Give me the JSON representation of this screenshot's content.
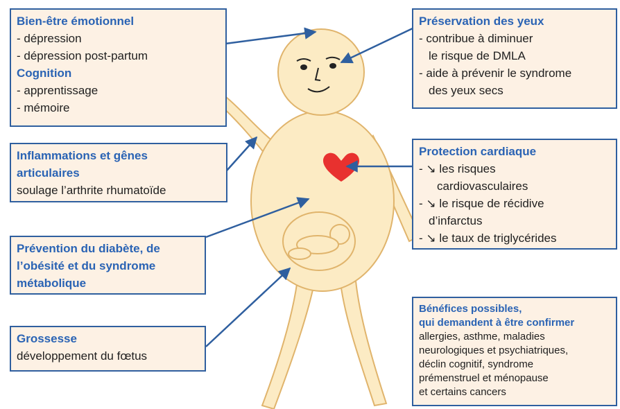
{
  "colors": {
    "box_fill": "#fdf1e4",
    "box_border": "#2f5f9f",
    "title_text": "#2a63b4",
    "arrow": "#2f5f9f",
    "body_fill": "#fcebc4",
    "body_stroke": "#e0b46c",
    "heart": "#e8312f"
  },
  "boxes": {
    "emotional": {
      "title1": "Bien-être émotionnel",
      "items1": [
        "- dépression",
        "- dépression post-partum"
      ],
      "title2": "Cognition",
      "items2": [
        "- apprentissage",
        "- mémoire"
      ]
    },
    "inflammation": {
      "title_line1": "Inflammations et gênes",
      "title_line2": "articulaires",
      "text": "soulage l’arthrite rhumatoïde"
    },
    "diabetes": {
      "title_line1": "Prévention du diabète, de",
      "title_line2": "l’obésité et du syndrome",
      "title_line3": "métabolique"
    },
    "pregnancy": {
      "title": "Grossesse",
      "text": "développement du fœtus"
    },
    "eyes": {
      "title": "Préservation des yeux",
      "lines": [
        "- contribue à diminuer",
        "le risque de DMLA",
        "- aide à prévenir le syndrome",
        "des yeux secs"
      ]
    },
    "cardiac": {
      "title": "Protection cardiaque",
      "lines": [
        "- ↘ les risques",
        "cardiovasculaires",
        "- ↘ le risque de récidive",
        "d’infarctus",
        "- ↘ le taux de triglycérides"
      ]
    },
    "possible": {
      "title_line1": "Bénéfices possibles,",
      "title_line2": "qui demandent à être confirmer",
      "lines": [
        "allergies, asthme, maladies",
        "neurologiques et psychiatriques,",
        "déclin cognitif, syndrome",
        "prémenstruel et ménopause",
        "et certains cancers"
      ]
    }
  }
}
